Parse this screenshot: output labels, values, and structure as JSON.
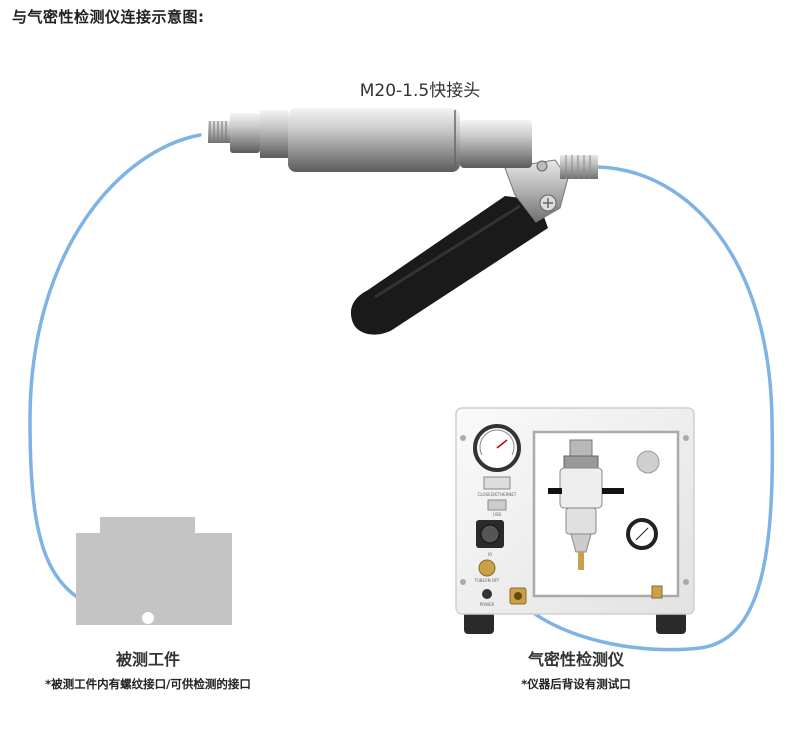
{
  "header": {
    "title": "与气密性检测仪连接示意图:"
  },
  "connector": {
    "label": "M20-1.5快接头"
  },
  "workpiece": {
    "label": "被测工件",
    "note": "*被测工件内有螺纹接口/可供检测的接口"
  },
  "tester": {
    "label": "气密性检测仪",
    "note": "*仪器后背设有测试口",
    "panel_labels": {
      "port1": "CLOSED/ETHERNET",
      "port2": "USB",
      "port3": "IO",
      "port4": "TUBE/IN OFF",
      "port5": "POWER"
    }
  },
  "colors": {
    "hose": "#7fb2e5",
    "workpiece": "#c4c4c4",
    "grip": "#1a1a1a",
    "brass": "#c9a14a"
  },
  "icons": [
    "quick-connector",
    "workpiece-block",
    "airtightness-tester",
    "pressure-gauge"
  ]
}
